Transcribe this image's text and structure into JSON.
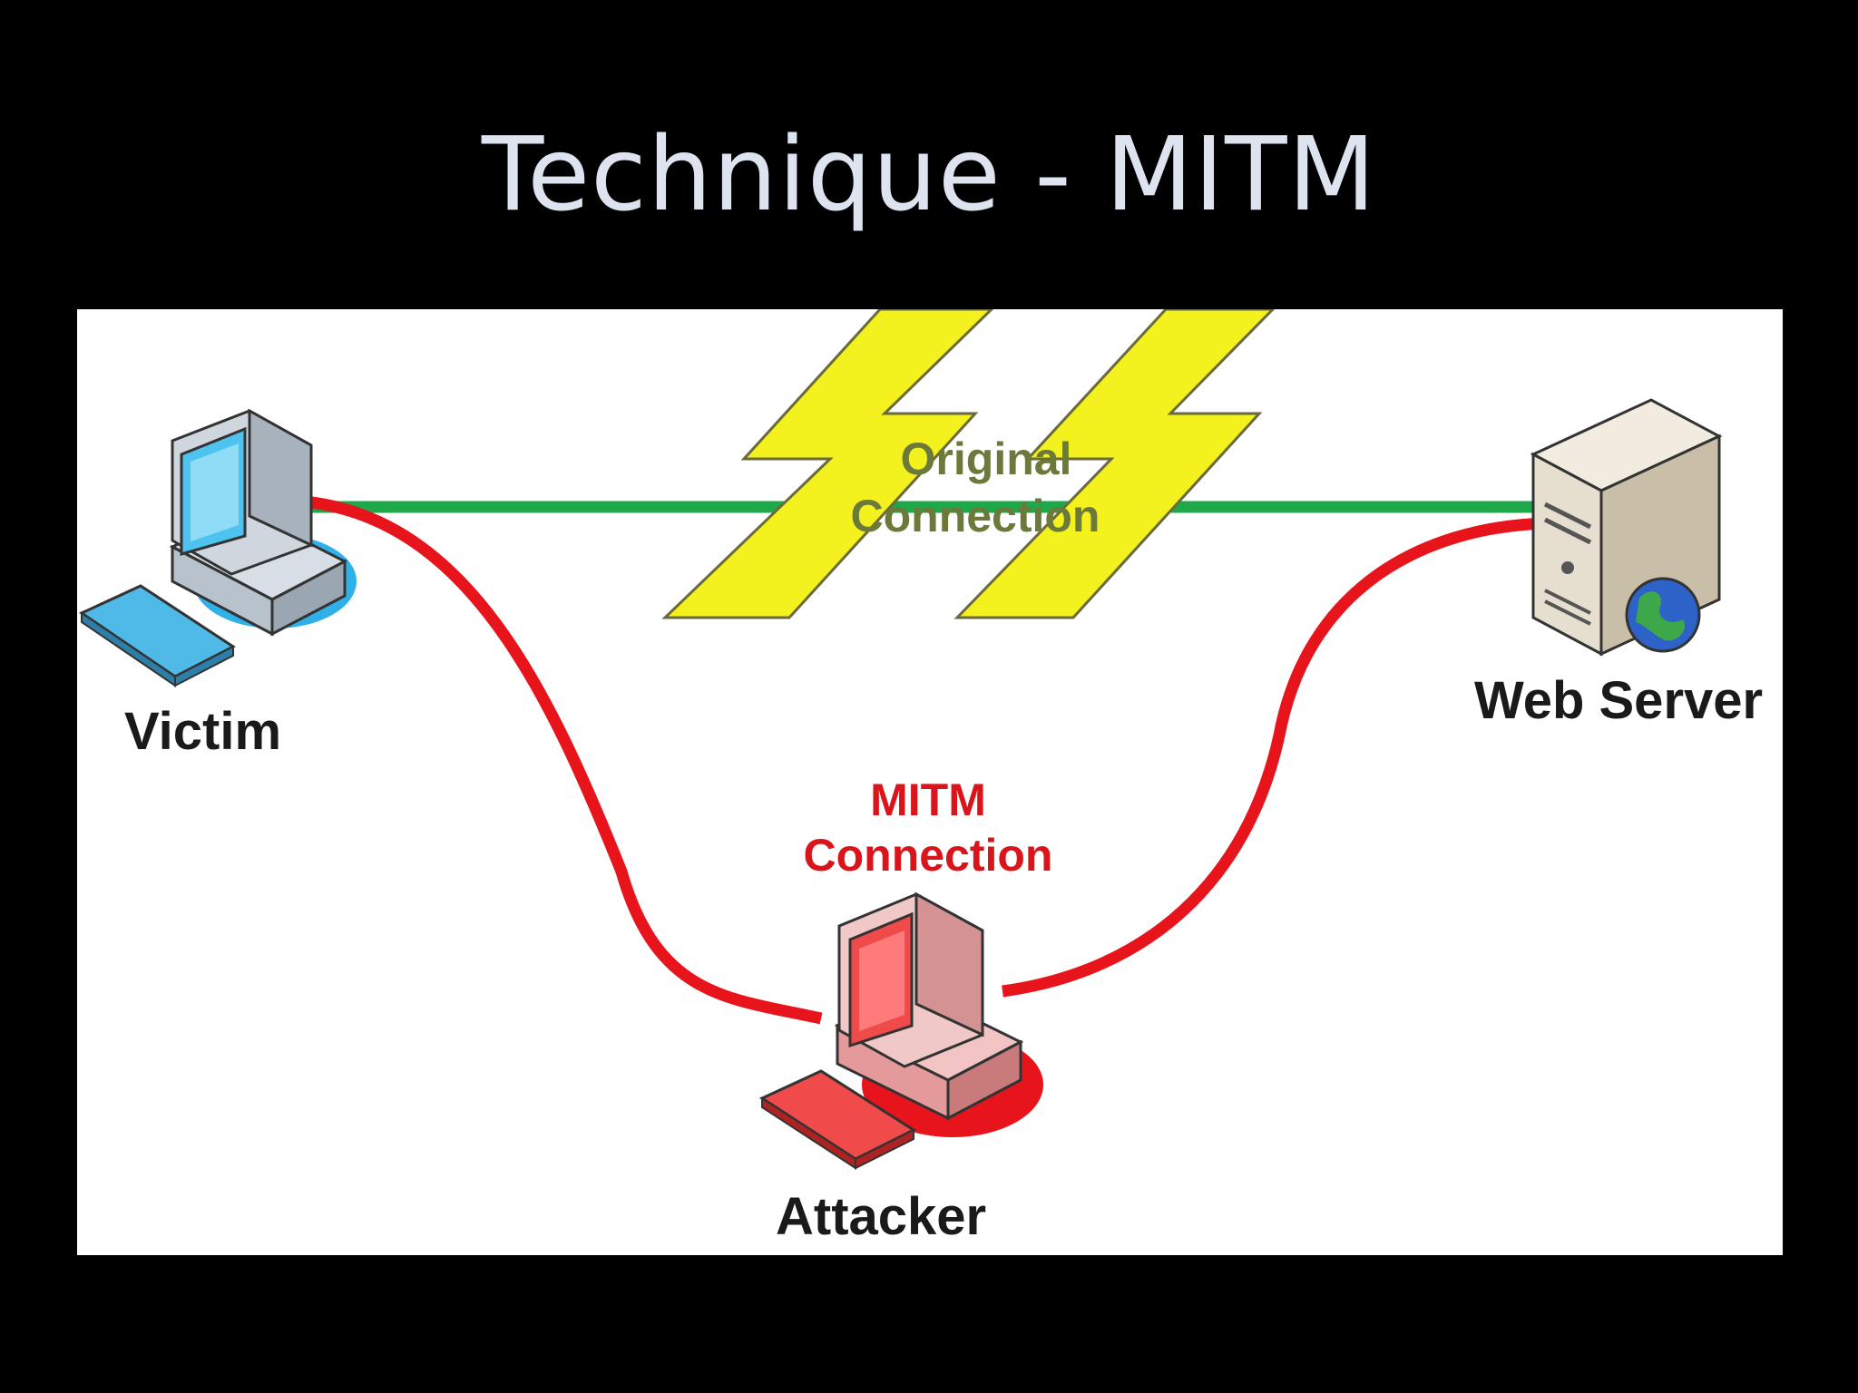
{
  "slide": {
    "title": "Technique - MITM"
  },
  "diagram": {
    "nodes": {
      "victim": {
        "label": "Victim",
        "icon": "desktop-computer-icon"
      },
      "web_server": {
        "label": "Web Server",
        "icon": "server-tower-icon"
      },
      "attacker": {
        "label": "Attacker",
        "icon": "desktop-computer-icon"
      }
    },
    "connections": {
      "original": {
        "label_line1": "Original",
        "label_line2": "Connection",
        "color": "#1ea84a",
        "broken": true
      },
      "mitm": {
        "label_line1": "MITM",
        "label_line2": "Connection",
        "color": "#e8141c"
      }
    },
    "colors": {
      "victim_accent": "#4fb9e8",
      "attacker_accent": "#e8141c",
      "lightning": "#f4f21e"
    }
  }
}
